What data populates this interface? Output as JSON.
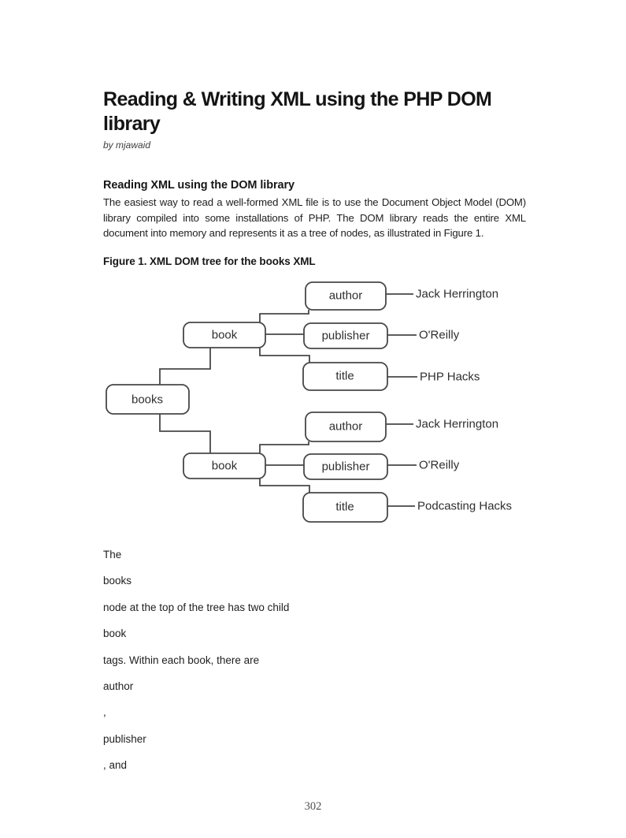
{
  "document": {
    "title": "Reading & Writing XML using the PHP DOM library",
    "byline": "by mjawaid",
    "section_heading": "Reading XML using the DOM library",
    "intro_paragraph": "The easiest way to read a well-formed XML file is to use the Document Object Model (DOM) library compiled into some installations of PHP. The DOM library reads the entire XML document into memory and represents it as a tree of nodes, as illustrated in Figure 1.",
    "figure_caption": "Figure 1. XML DOM tree for the books XML",
    "after_figure_lines": [
      "The",
      "books",
      "node at the top of the tree has two child",
      "book",
      "tags. Within each book, there are",
      "author",
      ",",
      "publisher",
      ", and"
    ],
    "page_number": "302"
  },
  "figure": {
    "type": "tree-diagram",
    "root_label": "books",
    "line_color": "#474747",
    "books": [
      {
        "label": "book",
        "children": [
          {
            "tag": "author",
            "value": "Jack Herrington"
          },
          {
            "tag": "publisher",
            "value": "O'Reilly"
          },
          {
            "tag": "title",
            "value": "PHP Hacks"
          }
        ]
      },
      {
        "label": "book",
        "children": [
          {
            "tag": "author",
            "value": "Jack Herrington"
          },
          {
            "tag": "publisher",
            "value": "O'Reilly"
          },
          {
            "tag": "title",
            "value": "Podcasting Hacks"
          }
        ]
      }
    ]
  }
}
